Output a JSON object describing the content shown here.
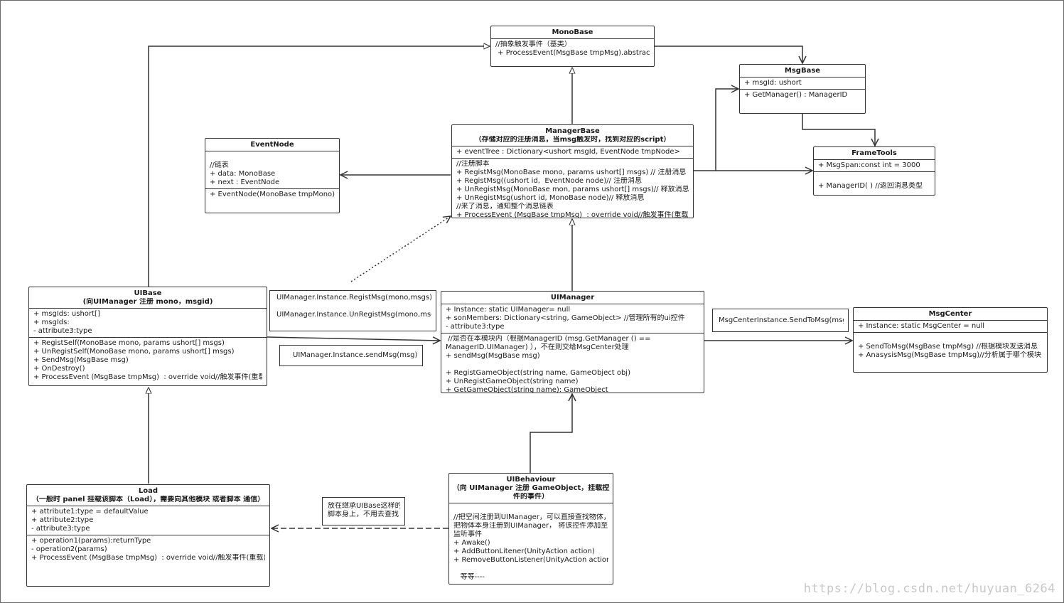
{
  "classes": {
    "monobase": {
      "title": [
        "MonoBase"
      ],
      "sections": [
        [
          "//抽象触发事件（基类）",
          " + ProcessEvent(MsgBase tmpMsg).abstract"
        ]
      ]
    },
    "msgbase": {
      "title": [
        "MsgBase"
      ],
      "sections": [
        [
          "+ msgId: ushort"
        ],
        [
          "+ GetManager() : ManagerID"
        ]
      ]
    },
    "managerbase": {
      "title": [
        "ManagerBase",
        "（存储对应的注册消息，当msg触发时，找到对应的script）"
      ],
      "sections": [
        [
          "+ eventTree : Dictionary<ushort msgId, EventNode tmpNode>"
        ],
        [
          "//注册脚本",
          "+ RegistMsg(MonoBase mono, params ushort[] msgs) // 注册消息",
          "+ RegistMsg((ushort id,  EventNode node)// 注册消息",
          "+ UnRegistMsg(MonoBase mon, params ushort[] msgs)// 释放消息",
          "+ UnRegistMsg(ushort id, MonoBase node)// 释放消息",
          "//来了消息，通知整个消息链表",
          "+ ProcessEvent (MsgBase tmpMsg)  : override void//触发事件(重载)"
        ]
      ]
    },
    "eventnode": {
      "title": [
        "EventNode"
      ],
      "sections": [
        [
          "",
          "//链表",
          "+ data: MonoBase",
          "+ next : EventNode"
        ],
        [
          "+ EventNode(MonoBase tmpMono)"
        ]
      ]
    },
    "frametools": {
      "title": [
        "FrameTools"
      ],
      "sections": [
        [
          "+ MsgSpan:const int = 3000"
        ],
        [
          "",
          "+ ManagerID( ) //返回消息类型"
        ]
      ]
    },
    "uibase": {
      "title": [
        "UIBase",
        "(向UIManager 注册 mono，msgid)"
      ],
      "sections": [
        [
          "+ msgIds: ushort[]",
          "+ msgIds:",
          "- attribute3:type"
        ],
        [
          "+ RegistSelf(MonoBase mono, params ushort[] msgs)",
          "+ UnRegistSelf(MonoBase mono, params ushort[] msgs)",
          "+ SendMsg(MsgBase msg)",
          "+ OnDestroy()",
          "+ ProcessEvent (MsgBase tmpMsg)  : override void//触发事件(重载)"
        ]
      ]
    },
    "uimanager": {
      "title": [
        "UIManager"
      ],
      "sections": [
        [
          "+ Instance: static UIManager= null",
          "+ sonMembers: Dictionary<string, GameObject> //管理所有的ui控件",
          "- attribute3:type"
        ],
        [
          " //是否在本模块内（根据ManagerID (msg.GetManager () ==",
          "ManagerID.UIManager) ），不在则交给MsgCenter处理",
          "+ sendMsg(MsgBase msg)",
          "",
          "+ RegistGameObject(string name, GameObject obj)",
          "+ UnRegistGameObject(string name)",
          "+ GetGameObject(string name): GameObject"
        ]
      ]
    },
    "msgcenter": {
      "title": [
        "MsgCenter"
      ],
      "sections": [
        [
          "+ Instance: static MsgCenter = null"
        ],
        [
          "",
          "+ SendToMsg(MsgBase tmpMsg) //根据模块发送消息",
          "+ AnasysisMsg(MsgBase tmpMsg)//分析属于哪个模块"
        ]
      ]
    },
    "load": {
      "title": [
        "Load",
        "（一般时 panel 挂载该脚本（Load），需要向其他模块 或者脚本 通信）"
      ],
      "sections": [
        [
          "+ attribute1:type = defaultValue",
          "+ attribute2:type",
          "- attribute3:type"
        ],
        [
          "+ operation1(params):returnType",
          "- operation2(params)",
          "+ ProcessEvent (MsgBase tmpMsg)  : override void//触发事件(重载)"
        ]
      ]
    },
    "uibehaviour": {
      "title": [
        "UIBehaviour",
        "（向 UIManager 注册 GameObject，挂载控",
        "件的事件）"
      ],
      "sections": [
        [
          "",
          "//把空间注册到UIManager，可以直接查找物体，",
          "把物体本身注册到UIManager， 将该控件添加至",
          "监听事件",
          "+ Awake()",
          "+ AddButtonLitener(UnityAction action)",
          "+ RemoveButtonListener(UnityAction action)",
          "",
          "   等等----"
        ]
      ]
    }
  },
  "notes": {
    "regist": [
      "UIManager.Instance.RegistMsg(mono,msgs)",
      "",
      "UIManager.Instance.UnRegistMsg(mono,msgs)"
    ],
    "sendmsg": [
      "UIManager.Instance.sendMsg(msg)"
    ],
    "sendtomsg": [
      "MsgCenterInstance.SendToMsg(msg)"
    ],
    "inherit": [
      "放在继承UIBase这样的",
      "脚本身上，不用去查找"
    ]
  },
  "watermark": "https://blog.csdn.net/huyuan_6264"
}
